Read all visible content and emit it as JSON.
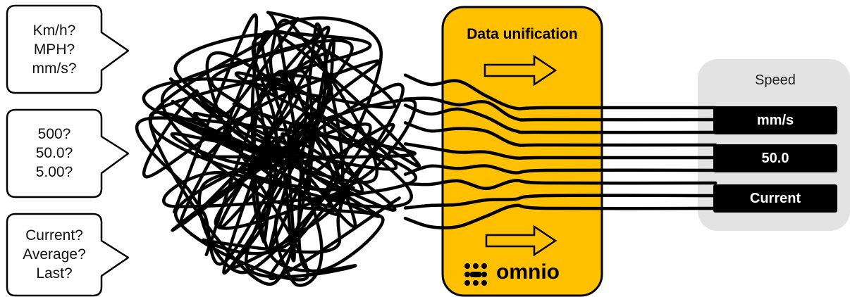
{
  "bubbles": [
    {
      "lines": [
        "Km/h?",
        "MPH?",
        "mm/s?"
      ]
    },
    {
      "lines": [
        "500?",
        "50.0?",
        "5.00?"
      ]
    },
    {
      "lines": [
        "Current?",
        "Average?",
        "Last?"
      ]
    }
  ],
  "unification": {
    "title": "Data unification",
    "brand": "omnio"
  },
  "output": {
    "title": "Speed",
    "tags": [
      "mm/s",
      "50.0",
      "Current"
    ]
  },
  "colors": {
    "accent": "#FFC000",
    "panel": "#E3E3E3",
    "ink": "#000000"
  },
  "icons": [
    "arrow-right-icon",
    "omnio-logo-icon"
  ]
}
